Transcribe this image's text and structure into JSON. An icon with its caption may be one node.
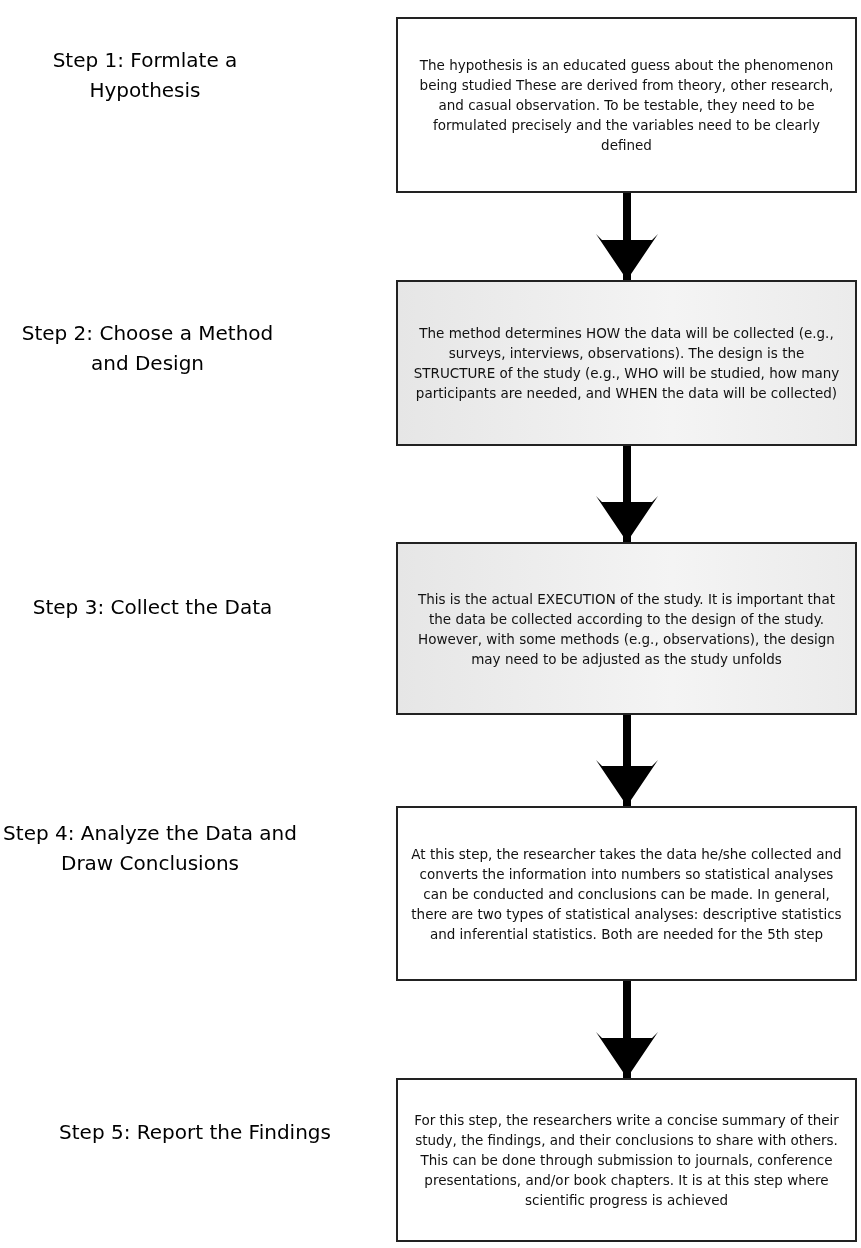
{
  "diagram": {
    "nodes": [
      {
        "text": [
          "The hypothesis is an educated guess about the phenomenon being studied These are derived from theory, other research, and casual observation. To be testable, they need to be formulated precisely and the variables need to be clearly defined"
        ]
      },
      {
        "text": [
          "The method determines HOW the data will be collected (e.g., surveys, interviews, observations). The design is the STRUCTURE of the study (e.g., WHO will be studied, how many participants are needed, and WHEN the data will be collected)"
        ]
      },
      {
        "text": [
          "This is the actual EXECUTION of the study. It is important that the data be collected according to the design of the study. However, with some methods (e.g., observations), the design may need to be adjusted as the study unfolds"
        ]
      },
      {
        "text": [
          "At this step, the researcher takes the data he/she collected and converts the information into numbers so statistical analyses can be conducted and conclusions can be made. In general, there are two types of statistical analyses: descriptive statistics and inferential statistics. Both are needed for the 5th step"
        ]
      },
      {
        "text": [
          "For this step, the researchers write a concise summary of their study, the findings, and their conclusions to share with others. This can be done through submission to journals, conference presentations, and/or book chapters. It is at this step where scientific progress is achieved"
        ]
      }
    ],
    "edges": [
      {
        "from": 0,
        "to": 1,
        "arrow": "to"
      },
      {
        "from": 1,
        "to": 2,
        "arrow": "to"
      },
      {
        "from": 2,
        "to": 3,
        "arrow": "to"
      },
      {
        "from": 3,
        "to": 4,
        "arrow": "to"
      }
    ],
    "labels": [
      "Step 1: Formlate a Hypothesis",
      "Step 2: Choose a Method and Design",
      "Step 3: Collect the Data",
      "Step 4: Analyze the Data and Draw Conclusions",
      "Step 5: Report the Findings"
    ]
  }
}
